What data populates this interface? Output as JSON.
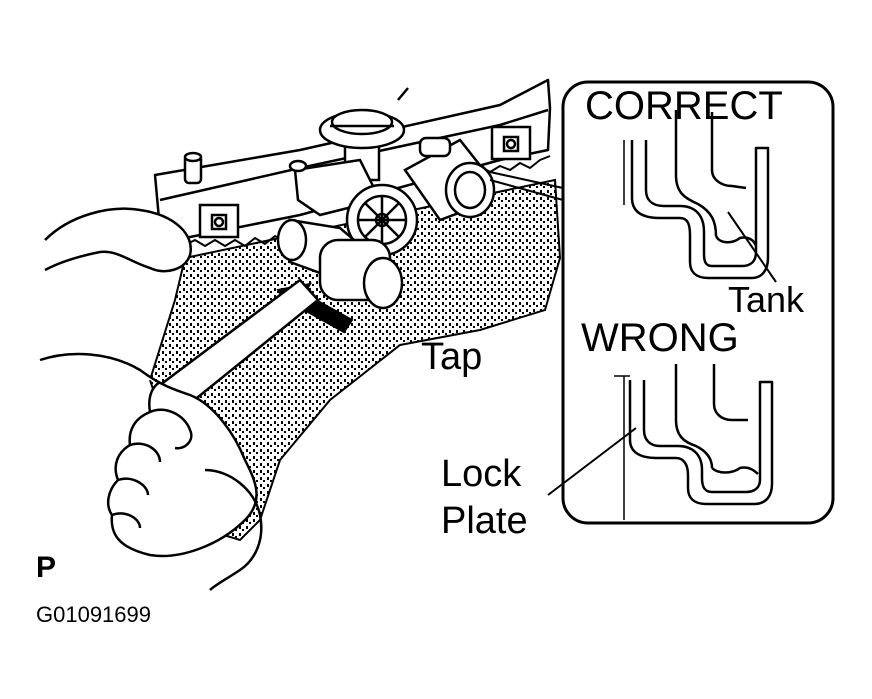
{
  "labels": {
    "correct": "CORRECT",
    "tank": "Tank",
    "wrong": "WRONG",
    "tap": "Tap",
    "lock": "Lock",
    "plate": "Plate",
    "view": "P",
    "figure_code": "G01091699"
  },
  "colors": {
    "ink": "#000000",
    "paper": "#ffffff"
  }
}
